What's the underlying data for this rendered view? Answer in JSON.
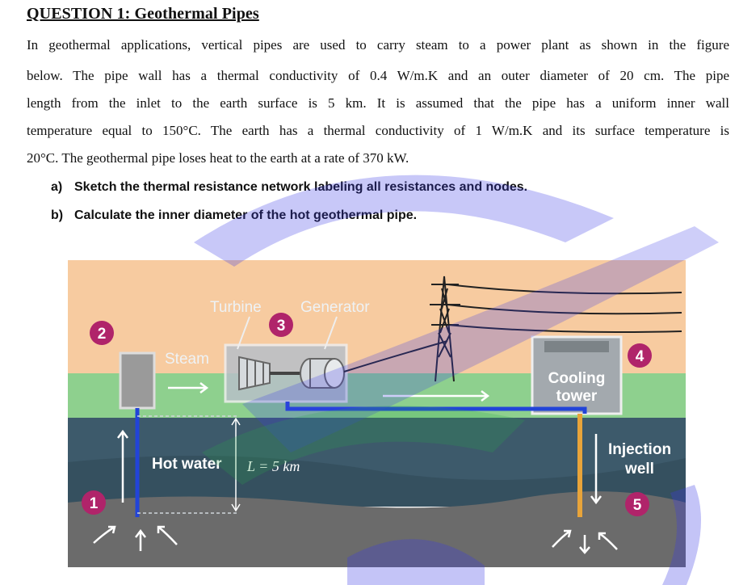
{
  "question": {
    "title": "QUESTION 1: Geothermal Pipes",
    "paragraph_lines": [
      "In geothermal applications, vertical pipes are used to carry steam to a power plant as shown in the figure",
      "below. The pipe wall has a thermal conductivity of 0.4 W/m.K and an outer diameter of 20 cm. The pipe",
      "length from the inlet to the earth surface is 5 km. It is assumed that the pipe has a uniform inner wall",
      "temperature equal to 150°C. The earth has a thermal conductivity of 1 W/m.K and its surface temperature is",
      "20°C. The geothermal pipe loses heat to the earth at a rate of 370 kW."
    ],
    "parts": [
      {
        "label": "a)",
        "text": "Sketch the thermal resistance network labeling all resistances and nodes."
      },
      {
        "label": "b)",
        "text": "Calculate the inner diameter of the hot geothermal pipe."
      }
    ]
  },
  "figure": {
    "turbine": "Turbine",
    "generator": "Generator",
    "steam": "Steam",
    "cooling_tower_line1": "Cooling",
    "cooling_tower_line2": "tower",
    "injection_well_line1": "Injection",
    "injection_well_line2": "well",
    "hot_water": "Hot water",
    "length": "L = 5 km",
    "markers": [
      "1",
      "2",
      "3",
      "4",
      "5"
    ],
    "colors": {
      "sky": "#f7cba0",
      "grass": "#8ed08e",
      "water_layer": "#3d5a6b",
      "rock_layer": "#6b6b6b",
      "pipe_blue": "#2244d8",
      "pipe_orange": "#e8a43a",
      "marker": "#b0246a",
      "watermark": "#3a3ae6"
    }
  }
}
